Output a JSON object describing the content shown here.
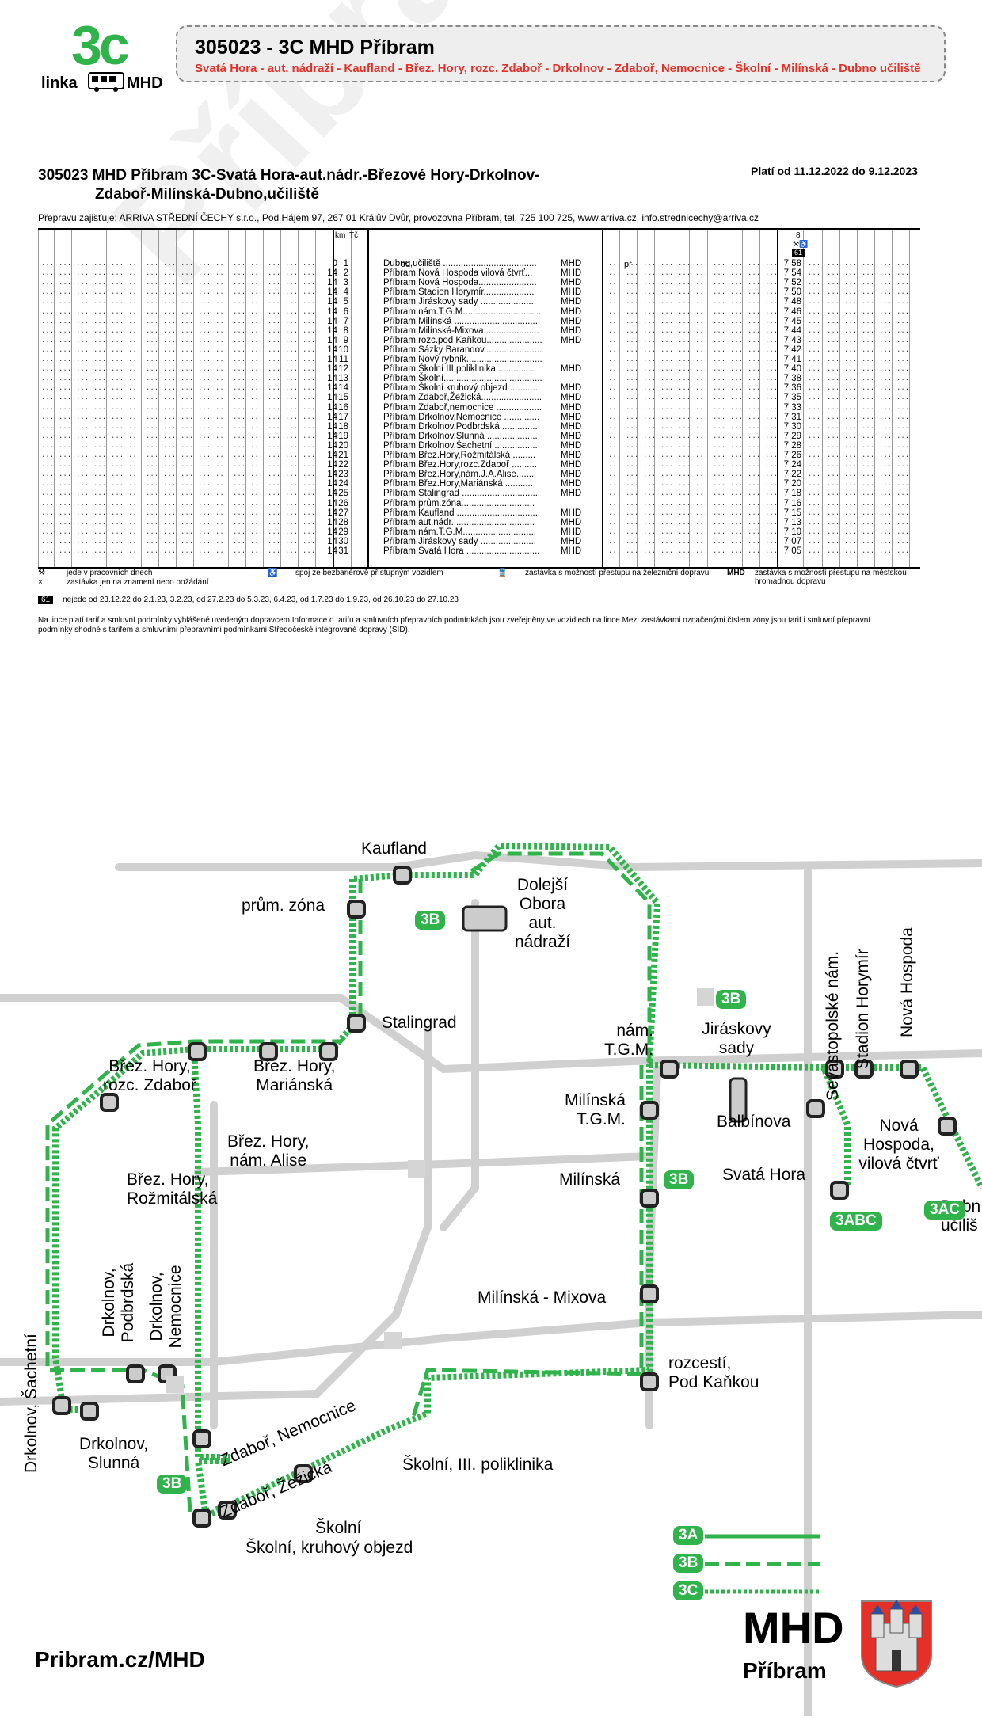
{
  "header": {
    "logo_number": "3c",
    "logo_word_left": "linka",
    "logo_word_right": "MHD",
    "title": "305023 - 3C  MHD Příbram",
    "route": "Svatá Hora - aut. nádraží - Kaufland - Břez. Hory, rozc. Zdaboř - Drkolnov - Zdaboř, Nemocnice - Školní - Milínská - Dubno učiliště"
  },
  "timetable": {
    "title_line1": "305023   MHD Příbram 3C-Svatá Hora-aut.nádr.-Březové Hory-Drkolnov-",
    "title_line2": "Zdaboř-Milínská-Dubno,učiliště",
    "valid": "Platí od 11.12.2022 do 9.12.2023",
    "carrier": "Přepravu zajišťuje:   ARRIVA STŘEDNÍ ČECHY s.r.o., Pod Hájem 97, 267 01 Králův Dvůr, provozovna Příbram, tel. 725 100 725, www.arriva.cz, info.strednicechy@arriva.cz",
    "col_km": "km",
    "col_tc": "Tč",
    "trip_number": "8",
    "trip_note": "61",
    "od": "od",
    "pr": "př",
    "stops": [
      {
        "km": "0",
        "tc": "1",
        "name": "Dubno,učiliště .....................................",
        "mhd": "MHD",
        "time": "7 58"
      },
      {
        "km": "14",
        "tc": "2",
        "name": "Příbram,Nová Hospoda vilová čtvrť...",
        "mhd": "MHD",
        "time": "7 54"
      },
      {
        "km": "14",
        "tc": "3",
        "name": "Příbram,Nová Hospoda.......................",
        "mhd": "MHD",
        "time": "7 52"
      },
      {
        "km": "14",
        "tc": "4",
        "name": "Příbram,Stadion Horymír....................",
        "mhd": "MHD",
        "time": "7 50"
      },
      {
        "km": "14",
        "tc": "5",
        "name": "Příbram,Jiráskovy sady .....................",
        "mhd": "MHD",
        "time": "7 48"
      },
      {
        "km": "14",
        "tc": "6",
        "name": "Příbram,nám.T.G.M...............................",
        "mhd": "MHD",
        "time": "7 46"
      },
      {
        "km": "14",
        "tc": "7",
        "name": "Příbram,Milínská .................................",
        "mhd": "MHD",
        "time": "7 45"
      },
      {
        "km": "14",
        "tc": "8",
        "name": "Příbram,Milínská-Mixova......................",
        "mhd": "MHD",
        "time": "7 44"
      },
      {
        "km": "14",
        "tc": "9",
        "name": "Příbram,rozc.pod Kaňkou......................",
        "mhd": "MHD",
        "time": "7 43"
      },
      {
        "km": "14",
        "tc": "10",
        "name": "Příbram,Sázky Barandov.......................",
        "mhd": "",
        "time": "7 42"
      },
      {
        "km": "14",
        "tc": "11",
        "name": "Příbram,Nový rybník..............................",
        "mhd": "",
        "time": "7 41"
      },
      {
        "km": "14",
        "tc": "12",
        "name": "Příbram,Školní III.poliklinika ...............",
        "mhd": "MHD",
        "time": "7 40"
      },
      {
        "km": "14",
        "tc": "13",
        "name": "Příbram,Školní.......................................",
        "mhd": "",
        "time": "7 38"
      },
      {
        "km": "14",
        "tc": "14",
        "name": "Příbram,Školní kruhový objezd ............",
        "mhd": "MHD",
        "time": "7 36"
      },
      {
        "km": "14",
        "tc": "15",
        "name": "Příbram,Zdaboř,Žežická........................",
        "mhd": "MHD",
        "time": "7 35"
      },
      {
        "km": "14",
        "tc": "16",
        "name": "Příbram,Zdaboř,nemocnice ..................",
        "mhd": "MHD",
        "time": "7 33"
      },
      {
        "km": "14",
        "tc": "17",
        "name": "Příbram,Drkolnov,Nemocnice ..............",
        "mhd": "MHD",
        "time": "7 31"
      },
      {
        "km": "14",
        "tc": "18",
        "name": "Příbram,Drkolnov,Podbrdská ..............",
        "mhd": "MHD",
        "time": "7 30"
      },
      {
        "km": "14",
        "tc": "19",
        "name": "Příbram,Drkolnov,Slunná ....................",
        "mhd": "MHD",
        "time": "7 29"
      },
      {
        "km": "14",
        "tc": "20",
        "name": "Příbram,Drkolnov,Šachetní .................",
        "mhd": "MHD",
        "time": "7 28"
      },
      {
        "km": "14",
        "tc": "21",
        "name": "Příbram,Břez.Hory,Rožmitálská .........",
        "mhd": "MHD",
        "time": "7 26"
      },
      {
        "km": "14",
        "tc": "22",
        "name": "Příbram,Břez.Hory,rozc.Zdaboř ..........",
        "mhd": "MHD",
        "time": "7 24"
      },
      {
        "km": "14",
        "tc": "23",
        "name": "Příbram,Břez.Hory,nám.J.A.Alise.......",
        "mhd": "MHD",
        "time": "7 22"
      },
      {
        "km": "14",
        "tc": "24",
        "name": "Příbram,Břez.Hory,Mariánská ...........",
        "mhd": "MHD",
        "time": "7 20"
      },
      {
        "km": "14",
        "tc": "25",
        "name": "Příbram,Stalingrad ...............................",
        "mhd": "MHD",
        "time": "7 18"
      },
      {
        "km": "14",
        "tc": "26",
        "name": "Příbram,prům.zóna.............................",
        "mhd": "",
        "time": "7 16"
      },
      {
        "km": "14",
        "tc": "27",
        "name": "Příbram,Kaufland .................................",
        "mhd": "MHD",
        "time": "7 15"
      },
      {
        "km": "14",
        "tc": "28",
        "name": "Příbram,aut.nádr.................................",
        "mhd": "MHD",
        "time": "7 13"
      },
      {
        "km": "14",
        "tc": "29",
        "name": "Příbram,nám.T.G.M.............................",
        "mhd": "MHD",
        "time": "7 10"
      },
      {
        "km": "14",
        "tc": "30",
        "name": "Příbram,Jiráskovy sady ......................",
        "mhd": "MHD",
        "time": "7 07"
      },
      {
        "km": "14",
        "tc": "31",
        "name": "Příbram,Svatá Hora .............................",
        "mhd": "MHD",
        "time": "7 05"
      }
    ],
    "legend": {
      "workdays": "jede v pracovních dnech",
      "request_stop": "zastávka jen na znamení nebo požádání",
      "barrier_free": "spoj ze bezbariérově přístupným vozidlem",
      "rail_transfer": "zastávka s možností přestupu na železniční dopravu",
      "mhd_label": "MHD",
      "mhd_transfer": "zastávka s možností přestupu na městskou hromadnou dopravu"
    },
    "note61_tag": "61",
    "note61": "nejede od 23.12.22 do 2.1.23, 3.2.23, od 27.2.23 do 5.3.23, 6.4.23, od 1.7.23 do 1.9.23, od 26.10.23 do 27.10.23",
    "footnote": "Na lince platí tarif a smluvní podmínky vyhlášené uvedeným dopravcem.Informace o tarifu a smluvních přepravních podmínkách jsou zveřejněny ve vozidlech na lince.Mezi zastávkami označenými číslem zóny jsou tarif i smluvní přepravní podmínky shodné s tarifem a smluvními přepravními podmínkami Středočeské integrované dopravy (SID)."
  },
  "map": {
    "labels": {
      "kaufland": "Kaufland",
      "prum_zona": "prům. zóna",
      "dolejsi": "Dolejší\nObora\naut.\nnádraží",
      "stalingrad": "Stalingrad",
      "brez_zdabor": "Břez. Hory,\nrozc. Zdaboř",
      "brez_marianska": "Břez. Hory,\nMariánská",
      "brez_alise": "Břez. Hory,\nnám. Alise",
      "brez_rozmitalska": "Břez. Hory,\nRožmitálská",
      "drk_sachetni": "Drkolnov, Šachetní",
      "drk_podbrdska": "Drkolnov,\nPodbrdská",
      "drk_nemocnice": "Drkolnov,\nNemocnice",
      "drk_slunna": "Drkolnov,\nSlunná",
      "zdabor_nemocnice": "Zdaboř, Nemocnice",
      "zdabor_zezicka": "Zdaboř, Žežická",
      "skolni": "Školní",
      "skolni_kruhovy": "Školní, kruhový objezd",
      "skolni_poliklinika": "Školní, III. poliklinika",
      "nam_tgm": "nám.\nT.G.M.",
      "jiraskovy": "Jiráskovy\nsady",
      "milinska_tgm": "Milínská\nT.G.M.",
      "balbinova": "Balbínova",
      "milinska": "Milínská",
      "svata_hora": "Svatá Hora",
      "milinska_mixova": "Milínská - Mixova",
      "pod_kankou": "rozcestí,\nPod Kaňkou",
      "sevastopolske": "Sevastopolské nám.",
      "stadion": "Stadion Horymír",
      "nova_hospoda": "Nová Hospoda",
      "nova_hospoda_vilova": "Nová\nHospoda,\nvilová čtvrť",
      "dubno": "Dubn\nučiliš"
    },
    "tags": {
      "t3b_a": "3B",
      "t3b_b": "3B",
      "t3b_c": "3B",
      "t3b_d": "3B",
      "t3abc": "3ABC",
      "t3ac": "3AC"
    },
    "legend": [
      "3A",
      "3B",
      "3C"
    ],
    "colors": {
      "line": "#2fb34a",
      "road": "#d0d0d0",
      "stop_fill": "#cccccc"
    }
  },
  "footer": {
    "url": "Pribram.cz/MHD",
    "mhd": "MHD",
    "city": "Příbram"
  },
  "watermark": "Příbram.cz"
}
